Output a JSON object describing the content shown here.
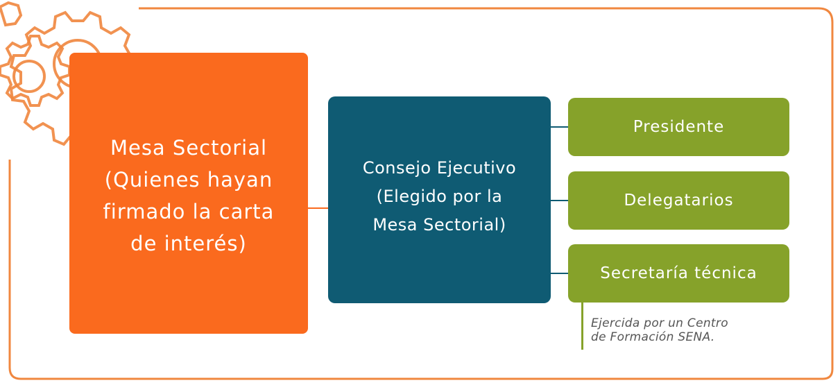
{
  "colors": {
    "orange": "#fa6a1e",
    "teal": "#0f5b73",
    "green": "#86a22a",
    "frame": "#f0873f",
    "note_text": "#555555"
  },
  "mesa": {
    "text": "Mesa Sectorial\n(Quienes hayan\nfirmado la carta\nde interés)"
  },
  "consejo": {
    "text": "Consejo Ejecutivo\n(Elegido por la\nMesa Sectorial)"
  },
  "roles": [
    {
      "label": "Presidente"
    },
    {
      "label": "Delegatarios"
    },
    {
      "label": "Secretaría técnica"
    }
  ],
  "note": {
    "text": "Ejercida por un Centro\nde Formación SENA."
  },
  "icons": [
    "gear-icon-large",
    "gear-icon-small"
  ]
}
